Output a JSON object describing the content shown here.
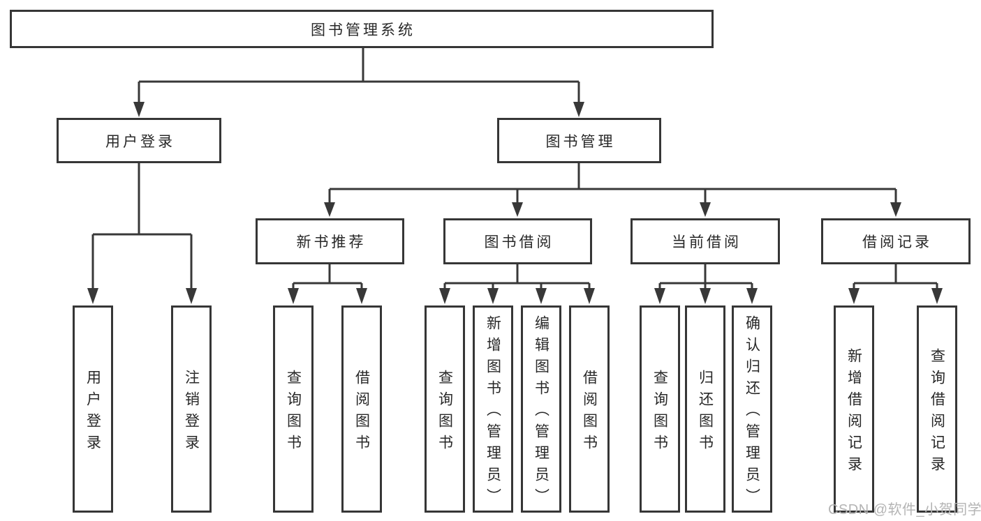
{
  "diagram": {
    "root": {
      "label": "图书管理系统"
    },
    "level2": [
      {
        "label": "用户登录"
      },
      {
        "label": "图书管理"
      }
    ],
    "level3": [
      {
        "label": "新书推荐"
      },
      {
        "label": "图书借阅"
      },
      {
        "label": "当前借阅"
      },
      {
        "label": "借阅记录"
      }
    ],
    "level4": {
      "user_login": [
        "用户登录",
        "注销登录"
      ],
      "new_book_recommendation": [
        "查询图书",
        "借阅图书"
      ],
      "book_borrowing": [
        "查询图书",
        "新增图书（管理员）",
        "编辑图书（管理员）",
        "借阅图书"
      ],
      "current_borrowing": [
        "查询图书",
        "归还图书",
        "确认归还（管理员）"
      ],
      "borrowing_records": [
        "新增借阅记录",
        "查询借阅记录"
      ]
    }
  },
  "watermark": {
    "text": "CSDN @软件_小贺同学"
  },
  "colors": {
    "line": "#383838",
    "box_border": "#363636",
    "text": "#282828",
    "watermark": "#b4b4b4",
    "background": "#ffffff"
  }
}
